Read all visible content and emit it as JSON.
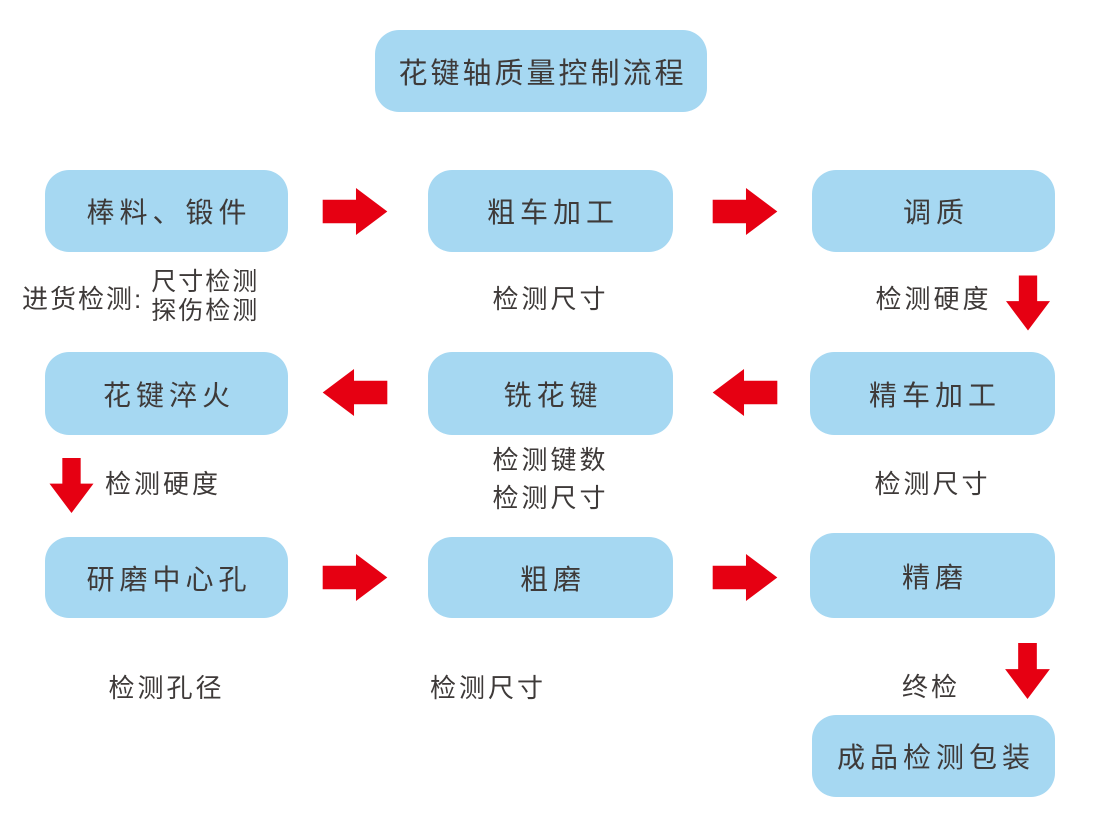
{
  "title": "花键轴质量控制流程",
  "colors": {
    "box": "#A6D8F2",
    "arrow": "#E60012",
    "text": "#3E3A39",
    "background": "#FFFFFF"
  },
  "nodes": {
    "bar_stock": "棒料、锻件",
    "rough_turning": "粗车加工",
    "tempering": "调质",
    "spline_quenching": "花键淬火",
    "spline_milling": "铣花键",
    "fine_turning": "精车加工",
    "center_hole_grinding": "研磨中心孔",
    "rough_grinding": "粗磨",
    "fine_grinding": "精磨",
    "finished_packaging": "成品检测包装"
  },
  "annotations": {
    "incoming_label": "进货检测:",
    "incoming_items": [
      "尺寸检测",
      "探伤检测"
    ],
    "after_rough_turning": "检测尺寸",
    "after_tempering": "检测硬度",
    "after_spline_quenching": "检测硬度",
    "after_spline_milling": [
      "检测键数",
      "检测尺寸"
    ],
    "after_fine_turning": "检测尺寸",
    "after_center_hole": "检测孔径",
    "after_rough_grinding": "检测尺寸",
    "final_inspection": "终检"
  }
}
